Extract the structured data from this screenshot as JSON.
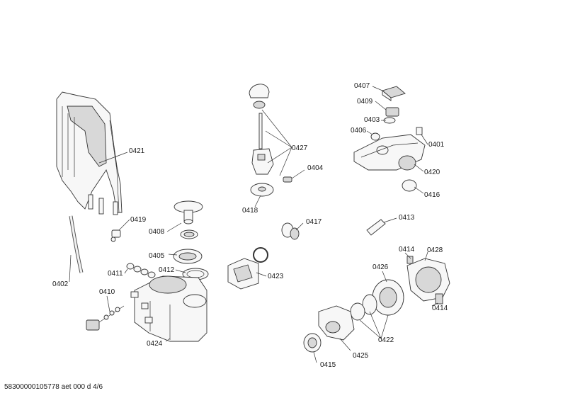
{
  "footer": "58300000105778 aet 000 d 4/6",
  "labels": {
    "l0421": "0421",
    "l0419": "0419",
    "l0402": "0402",
    "l0408": "0408",
    "l0405": "0405",
    "l0411": "0411",
    "l0412": "0412",
    "l0410": "0410",
    "l0424": "0424",
    "l0427": "0427",
    "l0404": "0404",
    "l0418": "0418",
    "l0417": "0417",
    "l0423": "0423",
    "l0407": "0407",
    "l0409": "0409",
    "l0403": "0403",
    "l0406": "0406",
    "l0401": "0401",
    "l0420": "0420",
    "l0416": "0416",
    "l0413": "0413",
    "l0414a": "0414",
    "l0428": "0428",
    "l0426": "0426",
    "l0414b": "0414",
    "l0422": "0422",
    "l0425": "0425",
    "l0415": "0415"
  }
}
